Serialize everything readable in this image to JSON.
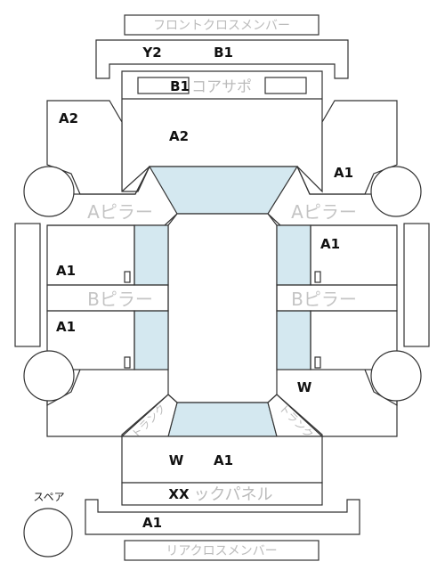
{
  "labels": {
    "front_cross_member": "フロントクロスメンバー",
    "rear_cross_member": "リアクロスメンバー",
    "core_support": "コアサポ",
    "a_pillar_left": "Aピラー",
    "a_pillar_right": "Aピラー",
    "b_pillar_left": "Bピラー",
    "b_pillar_right": "Bピラー",
    "rear_panel": "ックパネル",
    "spare": "スペア",
    "trunk_left": "トランク",
    "trunk_right": "トランク"
  },
  "grades": {
    "front_member": [
      "Y2",
      "B1"
    ],
    "core_support": "B1",
    "front_left_fender": "A2",
    "hood": "A2",
    "front_right_fender": "A1",
    "right_front_door": "A1",
    "left_front_door": "A1",
    "left_rear_door": "A1",
    "right_quarter": "W",
    "trunk_lid": [
      "W",
      "A1"
    ],
    "rear_panel": "XX",
    "rear_member": "A1"
  },
  "colors": {
    "line": "#333333",
    "glass": "#d4e8f0",
    "label_gray": "#bbbbbb"
  }
}
